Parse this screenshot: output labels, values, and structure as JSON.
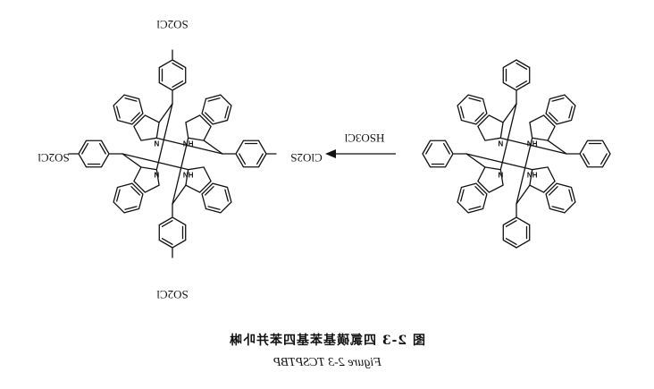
{
  "figure": {
    "caption_cn": "图 2-3 四氯磺基苯基四苯并卟啉",
    "caption_en": "Figure 2-3 TCSPTBP"
  },
  "reaction": {
    "reagent": "HSO3Cl",
    "direction": "right-to-left"
  },
  "product": {
    "substituent_top": "SO2Cl",
    "substituent_left": "SO2Cl",
    "substituent_right": "ClO2S",
    "substituent_bottom": "SO2Cl",
    "nitrogen_labels": [
      "N",
      "HN",
      "HN",
      "N"
    ]
  },
  "reactant": {
    "nitrogen_labels": [
      "N",
      "HN",
      "HN",
      "N"
    ]
  }
}
